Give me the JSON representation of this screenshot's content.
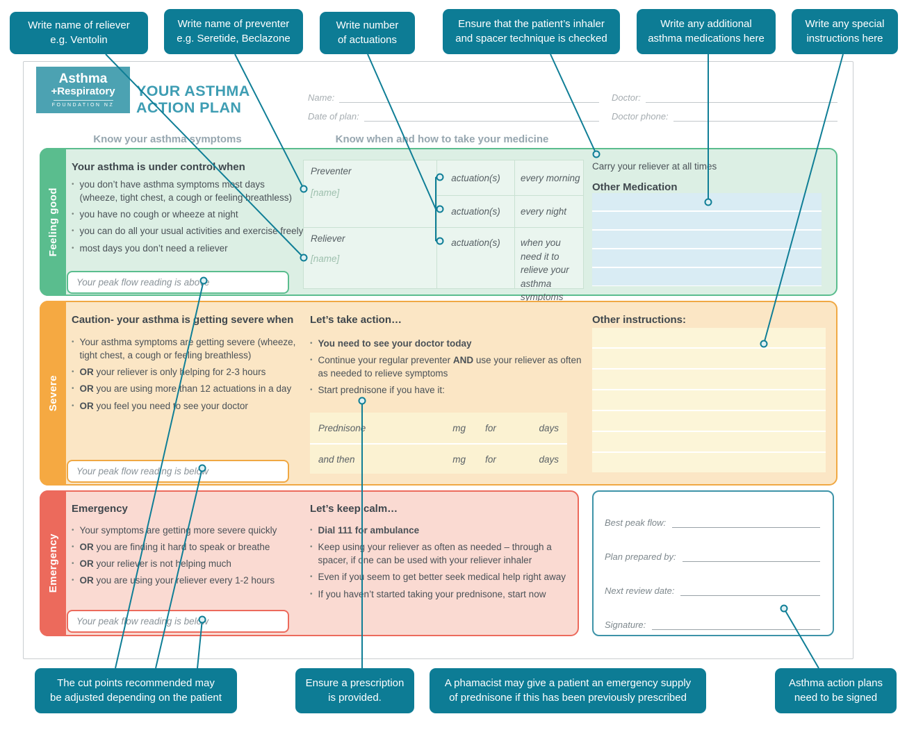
{
  "colors": {
    "callout_teal": "#0D7C95",
    "brand_teal": "#4CA2B2",
    "title_teal": "#3E9DB3",
    "green": "#5ABD8E",
    "orange": "#F0A843",
    "red": "#EC6A5C",
    "signature_border": "#3D93A8"
  },
  "callouts_top": [
    {
      "text": "Write name of reliever\ne.g. Ventolin"
    },
    {
      "text": "Write name of preventer\ne.g. Seretide, Beclazone"
    },
    {
      "text": "Write number\nof actuations"
    },
    {
      "text": "Ensure that the patient’s inhaler\nand spacer technique is checked"
    },
    {
      "text": "Write any additional\nasthma medications here"
    },
    {
      "text": "Write any special\ninstructions here"
    }
  ],
  "callouts_bottom": [
    {
      "text": "The cut points recommended may\nbe adjusted depending on the patient"
    },
    {
      "text": "Ensure a prescription\nis provided."
    },
    {
      "text": "A phamacist may give a patient an emergency supply\nof prednisone if this has been previously prescribed"
    },
    {
      "text": "Asthma action plans\nneed to be signed"
    }
  ],
  "header": {
    "logo_line1": "Asthma",
    "logo_line2": "+Respiratory",
    "logo_line3": "FOUNDATION NZ",
    "title": "YOUR ASTHMA\nACTION PLAN",
    "name_label": "Name:",
    "date_label": "Date of plan:",
    "doctor_label": "Doctor:",
    "doctor_phone_label": "Doctor phone:"
  },
  "column_headers": {
    "symptoms": "Know your asthma symptoms",
    "medicine": "Know when and how to take your medicine"
  },
  "feeling_good": {
    "tab": "Feeling good",
    "heading": "Your asthma is under control when",
    "bullets": [
      {
        "text": "you don’t have asthma symptoms most days (wheeze, tight chest, a cough or feeling breathless)"
      },
      {
        "text": "you have no cough or wheeze at night"
      },
      {
        "text": "you can do all your usual activities and exercise freely"
      },
      {
        "text": "most days you don’t need a reliever"
      }
    ],
    "peak_flow": "Your peak flow reading is above",
    "med_table": {
      "preventer": "Preventer",
      "preventer_name": "[name]",
      "reliever": "Reliever",
      "reliever_name": "[name]",
      "actuations": "actuation(s)",
      "morning": "every morning",
      "night": "every night",
      "as_needed": "when you need it to relieve your asthma symptoms"
    },
    "carry_note": "Carry your reliever at all times",
    "other_medication": "Other Medication"
  },
  "severe": {
    "tab": "Severe",
    "heading": "Caution- your asthma is getting severe when",
    "bullets": [
      {
        "text": "Your asthma symptoms are getting severe (wheeze, tight chest, a cough or feeling breathless)"
      },
      {
        "bold": "OR",
        "text": " your reliever is only helping for 2-3 hours"
      },
      {
        "bold": "OR",
        "text": " you are using more than 12 actuations in a day"
      },
      {
        "bold": "OR",
        "text": " you feel you need to see your doctor"
      }
    ],
    "peak_flow": "Your peak flow reading is below",
    "action_heading": "Let’s take action…",
    "action_bullets": [
      {
        "bold": "You need to see your doctor today"
      },
      {
        "pre": "Continue your regular preventer ",
        "bold": "AND",
        "post": " use your reliever as often as needed to relieve symptoms"
      },
      {
        "text": "Start prednisone if you have it:"
      }
    ],
    "prednisone": {
      "row1_label": "Prednisone",
      "row2_label": "and then",
      "mg": "mg",
      "for": "for",
      "days": "days"
    },
    "other_instructions": "Other instructions:"
  },
  "emergency": {
    "tab": "Emergency",
    "heading": "Emergency",
    "bullets": [
      {
        "text": "Your symptoms are getting more severe quickly"
      },
      {
        "bold": "OR",
        "text": " you are finding it hard to speak or breathe"
      },
      {
        "bold": "OR",
        "text": " your reliever is not helping much"
      },
      {
        "bold": "OR",
        "text": " you are using your reliever every 1-2 hours"
      }
    ],
    "peak_flow": "Your peak flow reading is below",
    "calm_heading": "Let’s keep calm…",
    "calm_bullets": [
      {
        "bold": "Dial 111 for ambulance"
      },
      {
        "text": "Keep using your reliever as often as needed – through a spacer, if one can be used with your reliever inhaler"
      },
      {
        "text": "Even if you seem to get better seek medical help right away"
      },
      {
        "text": "If you haven’t started taking your prednisone, start now"
      }
    ],
    "signature_fields": [
      "Best peak flow:",
      "Plan prepared by:",
      "Next review date:",
      "Signature:"
    ]
  }
}
